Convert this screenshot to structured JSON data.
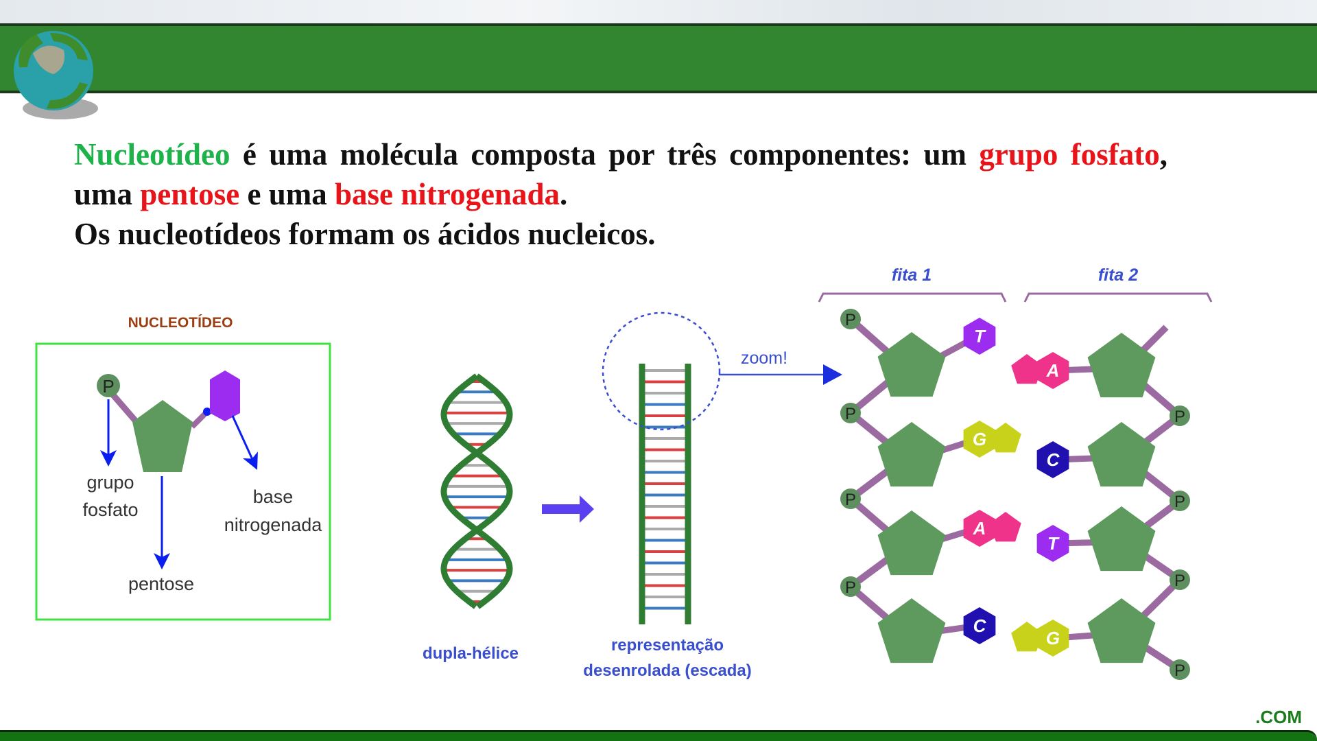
{
  "slide": {
    "intro": {
      "term": "Nucleotídeo",
      "part1": " é uma molécula composta por três componentes: um ",
      "comp1": "grupo fosfato",
      "part2": ", uma ",
      "comp2": "pentose",
      "part3": " e uma ",
      "comp3": "base nitrogenada",
      "part4": "."
    },
    "line2": "Os nucleotídeos formam os ácidos nucleicos.",
    "watermark": ".COM"
  },
  "nucleotide_panel": {
    "title": "NUCLEOTÍDEO",
    "phosphate_symbol": "P",
    "label_group1": "grupo",
    "label_group2": "fosfato",
    "label_pentose": "pentose",
    "label_base1": "base",
    "label_base2": "nitrogenada"
  },
  "dna_panel": {
    "helix_label": "dupla-hélice",
    "ladder_label1": "representação",
    "ladder_label2": "desenrolada (escada)",
    "zoom_label": "zoom!",
    "strand1": "fita 1",
    "strand2": "fita 2",
    "phosphate_symbol": "P",
    "pairs": [
      {
        "left": "T",
        "right": "A"
      },
      {
        "left": "G",
        "right": "C"
      },
      {
        "left": "A",
        "right": "T"
      },
      {
        "left": "C",
        "right": "G"
      }
    ]
  },
  "colors": {
    "band": "#31862f",
    "term": "#1db34a",
    "highlight": "#e8141a",
    "sugar": "#5e9a5e",
    "backbone": "#9a6aa0",
    "arrow": "#0a1ef0",
    "A": "#f0338a",
    "T": "#9b2cf0",
    "G": "#c9d21a",
    "C": "#2010b0"
  }
}
